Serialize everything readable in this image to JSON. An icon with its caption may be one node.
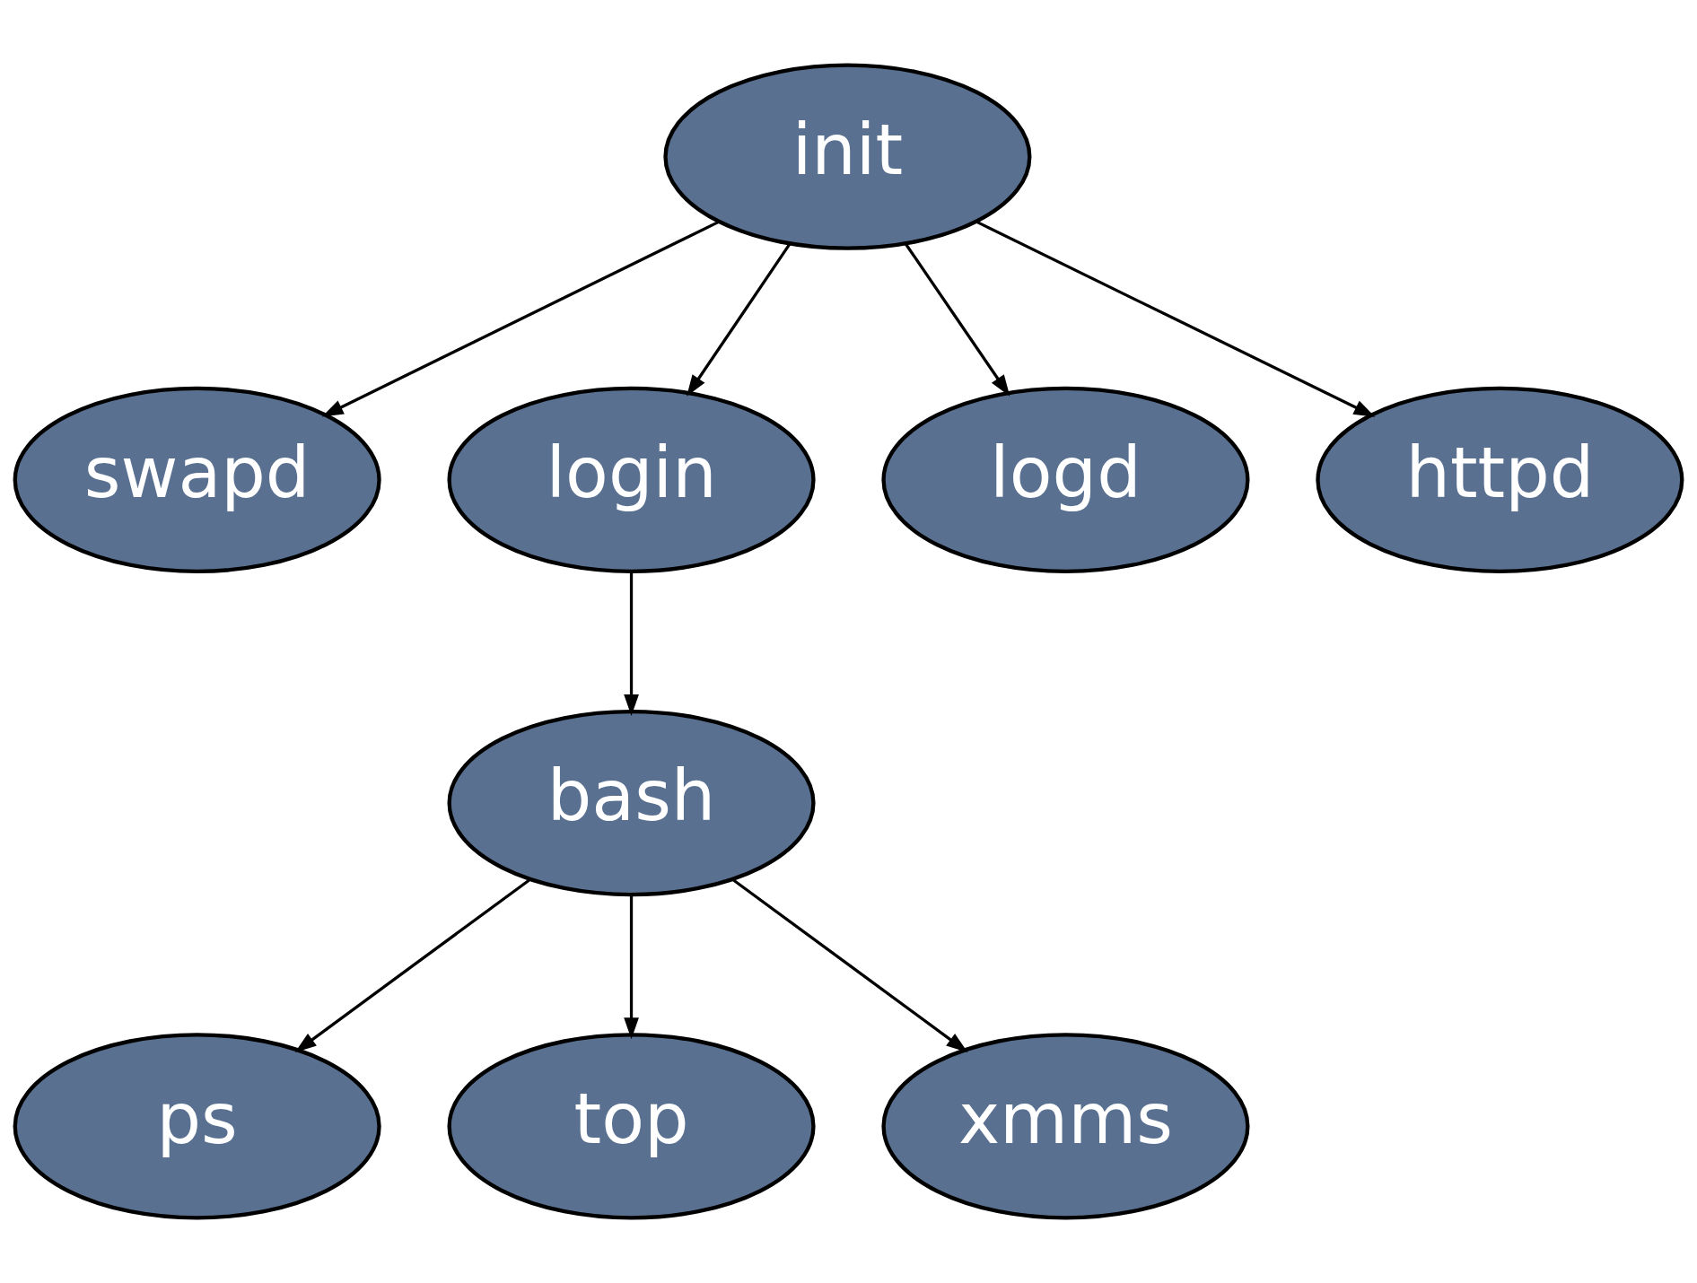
{
  "diagram": {
    "nodes": [
      {
        "text": [
          "init"
        ]
      },
      {
        "text": [
          "swapd"
        ]
      },
      {
        "text": [
          "login"
        ]
      },
      {
        "text": [
          "logd"
        ]
      },
      {
        "text": [
          "httpd"
        ]
      },
      {
        "text": [
          "bash"
        ]
      },
      {
        "text": [
          "ps"
        ]
      },
      {
        "text": [
          "top"
        ]
      },
      {
        "text": [
          "xmms"
        ]
      }
    ],
    "edges": [
      {
        "from": 0,
        "to": 1,
        "arrow": "to"
      },
      {
        "from": 0,
        "to": 2,
        "arrow": "to"
      },
      {
        "from": 0,
        "to": 3,
        "arrow": "to"
      },
      {
        "from": 0,
        "to": 4,
        "arrow": "to"
      },
      {
        "from": 2,
        "to": 5,
        "arrow": "to"
      },
      {
        "from": 5,
        "to": 6,
        "arrow": "to"
      },
      {
        "from": 5,
        "to": 7,
        "arrow": "to"
      },
      {
        "from": 5,
        "to": 8,
        "arrow": "to"
      }
    ]
  }
}
